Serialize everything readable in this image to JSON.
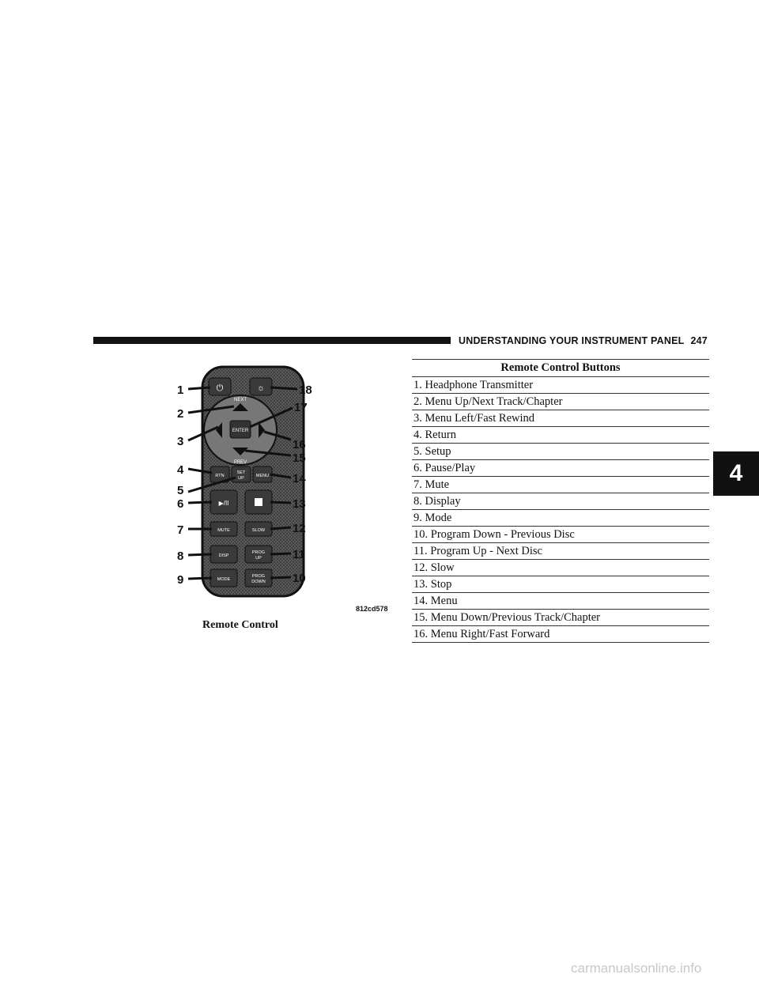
{
  "header": {
    "section_title": "UNDERSTANDING YOUR INSTRUMENT PANEL",
    "page_number": "247"
  },
  "chapter_tab": "4",
  "figure": {
    "code": "812cd578",
    "caption": "Remote Control",
    "remote_labels": {
      "next": "NEXT",
      "enter": "ENTER",
      "prev": "PREV",
      "rtn": "RTN",
      "setup_line1": "SET",
      "setup_line2": "UP",
      "menu": "MENU",
      "play_pause": "▶/II",
      "mute": "MUTE",
      "slow": "SLOW",
      "disp": "DISP",
      "prog_up_line1": "PROG",
      "prog_up_line2": "UP",
      "mode": "MODE",
      "prog_down_line1": "PROG",
      "prog_down_line2": "DOWN"
    },
    "callouts_left": [
      "1",
      "2",
      "3",
      "4",
      "5",
      "6",
      "7",
      "8",
      "9"
    ],
    "callouts_right": [
      "18",
      "17",
      "16",
      "15",
      "14",
      "13",
      "12",
      "11",
      "10"
    ]
  },
  "table": {
    "title": "Remote Control Buttons",
    "rows": [
      "1. Headphone Transmitter",
      "2. Menu Up/Next Track/Chapter",
      "3. Menu Left/Fast Rewind",
      "4. Return",
      "5. Setup",
      "6. Pause/Play",
      "7. Mute",
      "8. Display",
      "9. Mode",
      "10. Program Down - Previous Disc",
      "11. Program Up - Next Disc",
      "12. Slow",
      "13. Stop",
      "14. Menu",
      "15. Menu Down/Previous Track/Chapter",
      "16. Menu Right/Fast Forward"
    ]
  },
  "watermark": "carmanualsonline.info"
}
